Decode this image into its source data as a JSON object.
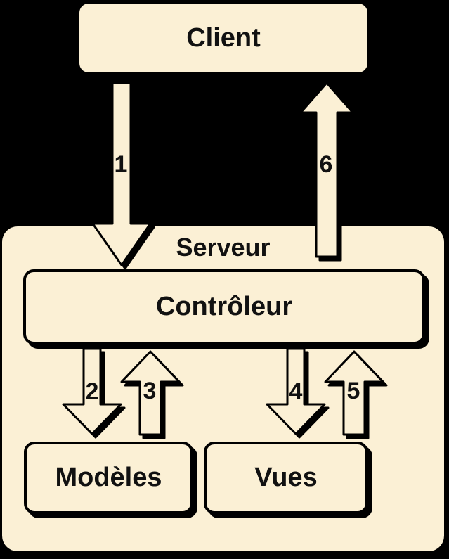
{
  "nodes": {
    "client": {
      "label": "Client"
    },
    "serveur": {
      "label": "Serveur"
    },
    "controleur": {
      "label": "Contrôleur"
    },
    "modeles": {
      "label": "Modèles"
    },
    "vues": {
      "label": "Vues"
    }
  },
  "arrows": [
    {
      "label": "1",
      "direction": "down",
      "from": "Client",
      "to": "Contrôleur"
    },
    {
      "label": "2",
      "direction": "down",
      "from": "Contrôleur",
      "to": "Modèles"
    },
    {
      "label": "3",
      "direction": "up",
      "from": "Modèles",
      "to": "Contrôleur"
    },
    {
      "label": "4",
      "direction": "down",
      "from": "Contrôleur",
      "to": "Vues"
    },
    {
      "label": "5",
      "direction": "up",
      "from": "Vues",
      "to": "Contrôleur"
    },
    {
      "label": "6",
      "direction": "up",
      "from": "Contrôleur",
      "to": "Client"
    }
  ],
  "colors": {
    "background": "#000000",
    "box_fill": "#FBF0D5",
    "outline": "#000000",
    "text": "#111111"
  }
}
